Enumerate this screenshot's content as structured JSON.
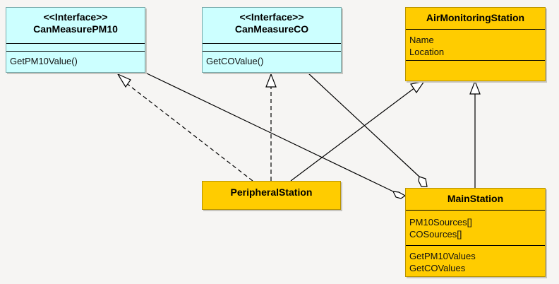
{
  "diagram_type": "UML class diagram",
  "classes": {
    "pm10": {
      "stereotype": "<<Interface>>",
      "name": "CanMeasurePM10",
      "attributes": [],
      "operations": [
        "GetPM10Value()"
      ]
    },
    "co": {
      "stereotype": "<<Interface>>",
      "name": "CanMeasureCO",
      "attributes": [],
      "operations": [
        "GetCOValue()"
      ]
    },
    "ams": {
      "name": "AirMonitoringStation",
      "attributes": [
        "Name",
        "Location"
      ],
      "operations": []
    },
    "peripheral": {
      "name": "PeripheralStation"
    },
    "main": {
      "name": "MainStation",
      "attributes": [
        "PM10Sources[]",
        "COSources[]"
      ],
      "operations": [
        "GetPM10Values",
        "GetCOValues"
      ]
    }
  },
  "relationships": [
    {
      "from": "PeripheralStation",
      "to": "CanMeasurePM10",
      "type": "realization"
    },
    {
      "from": "PeripheralStation",
      "to": "CanMeasureCO",
      "type": "realization"
    },
    {
      "from": "PeripheralStation",
      "to": "AirMonitoringStation",
      "type": "generalization"
    },
    {
      "from": "MainStation",
      "to": "AirMonitoringStation",
      "type": "generalization"
    },
    {
      "from": "CanMeasurePM10",
      "to": "MainStation",
      "type": "aggregation"
    },
    {
      "from": "CanMeasureCO",
      "to": "MainStation",
      "type": "aggregation"
    }
  ],
  "colors": {
    "interface_fill": "#ccffff",
    "class_fill": "#ffcc00",
    "background": "#f6f5f3"
  }
}
